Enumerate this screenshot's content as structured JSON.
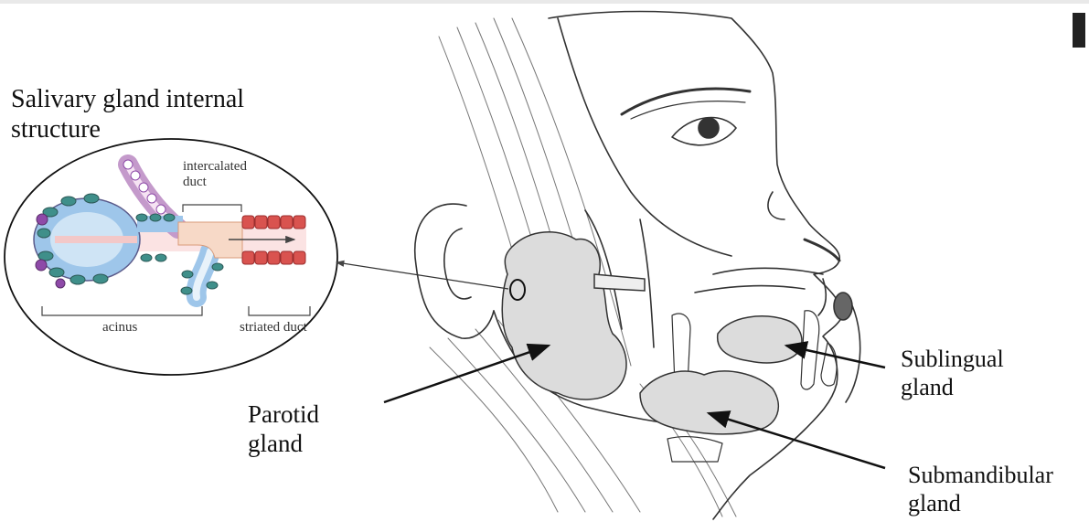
{
  "title": {
    "line1": "Salivary gland internal",
    "line2": "structure"
  },
  "inset": {
    "intercalated": {
      "line1": "intercalated",
      "line2": "duct"
    },
    "acinus": "acinus",
    "striated": "striated duct"
  },
  "labels": {
    "parotid": {
      "line1": "Parotid",
      "line2": "gland"
    },
    "sublingual": {
      "line1": "Sublingual",
      "line2": "gland"
    },
    "submandibular": {
      "line1": "Submandibular",
      "line2": "gland"
    }
  },
  "colors": {
    "ink": "#222222",
    "cell_blue": "#4a90d9",
    "cell_teal": "#3f8f8a",
    "cell_purple": "#8e4aa8",
    "duct_pink": "#f5cfcf",
    "duct_red": "#d9534f",
    "lumen": "#fbe3e3"
  }
}
